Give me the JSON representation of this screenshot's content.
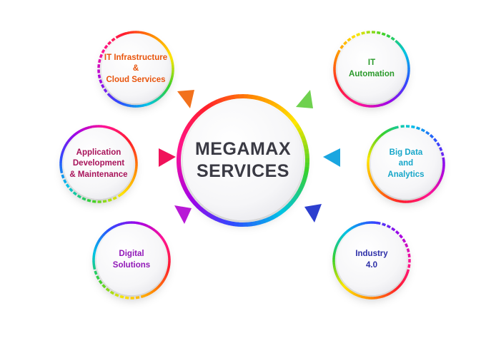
{
  "center": {
    "line1": "MEGAMAX",
    "line2": "SERVICES"
  },
  "nodes": [
    {
      "id": "it-infrastructure",
      "lines": [
        "IT Infrastructure",
        "&",
        "Cloud Services"
      ],
      "color": "#e8540c"
    },
    {
      "id": "it-automation",
      "lines": [
        "IT",
        "Automation"
      ],
      "color": "#2b9a2b"
    },
    {
      "id": "application-development",
      "lines": [
        "Application",
        "Development",
        "& Maintenance"
      ],
      "color": "#a8135a"
    },
    {
      "id": "big-data",
      "lines": [
        "Big Data",
        "and",
        "Analytics"
      ],
      "color": "#16a6c9"
    },
    {
      "id": "digital-solutions",
      "lines": [
        "Digital",
        "Solutions"
      ],
      "color": "#9118b8"
    },
    {
      "id": "industry-4",
      "lines": [
        "Industry",
        "4.0"
      ],
      "color": "#2d2fa8"
    }
  ],
  "colors": {
    "ring_gradient": [
      "#ff1e2d",
      "#ff8a00",
      "#ffe600",
      "#38d12a",
      "#00c3e6",
      "#2e4bff",
      "#a400e6",
      "#ff1493",
      "#ff1e2d"
    ],
    "arrow_top_left": "#f2711c",
    "arrow_top_right": "#6fd14f",
    "arrow_left": "#f0125a",
    "arrow_right": "#1aa6e0",
    "arrow_bottom_left": "#b81ad6",
    "arrow_bottom_right": "#2d3fcf"
  }
}
